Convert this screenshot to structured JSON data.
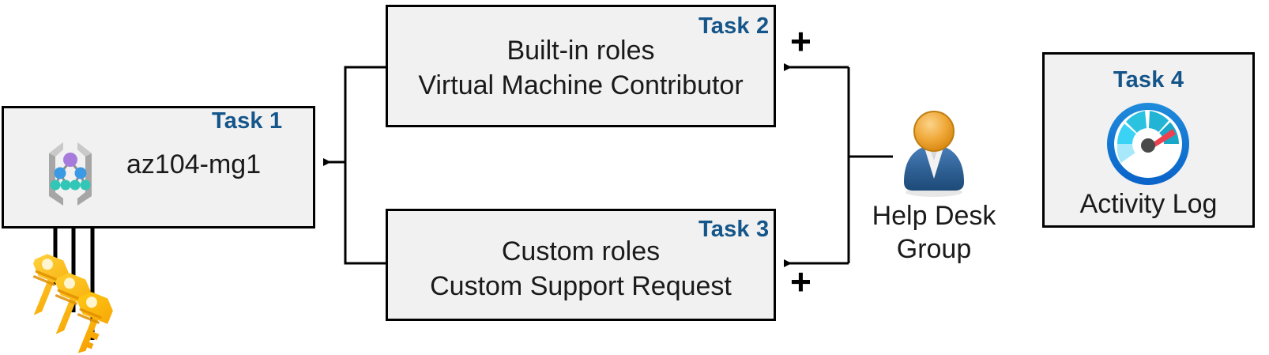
{
  "diagram": {
    "title": "Azure RBAC task assignment diagram",
    "colors": {
      "task_label": "#14558a",
      "box_fill": "#f1f1f1",
      "box_border": "#000000",
      "connector": "#000000",
      "key_gold": "#ffc20e",
      "key_gold_dark": "#f0a81a",
      "mg_root": "#a островi"
    }
  },
  "boxes": {
    "task1": {
      "label": "Task 1",
      "text": "az104-mg1",
      "icon": "management-group-icon"
    },
    "task2": {
      "label": "Task 2",
      "line1": "Built-in roles",
      "line2": "Virtual Machine Contributor"
    },
    "task3": {
      "label": "Task 3",
      "line1": "Custom roles",
      "line2": "Custom Support Request"
    },
    "task4": {
      "label": "Task 4",
      "text": "Activity Log",
      "icon": "gauge-icon"
    }
  },
  "actor": {
    "icon": "user-group-icon",
    "line1": "Help Desk",
    "line2": "Group"
  },
  "operators": {
    "plus_top": "+",
    "plus_bottom": "+"
  },
  "decorations": {
    "keys_icon": "keys-icon"
  }
}
